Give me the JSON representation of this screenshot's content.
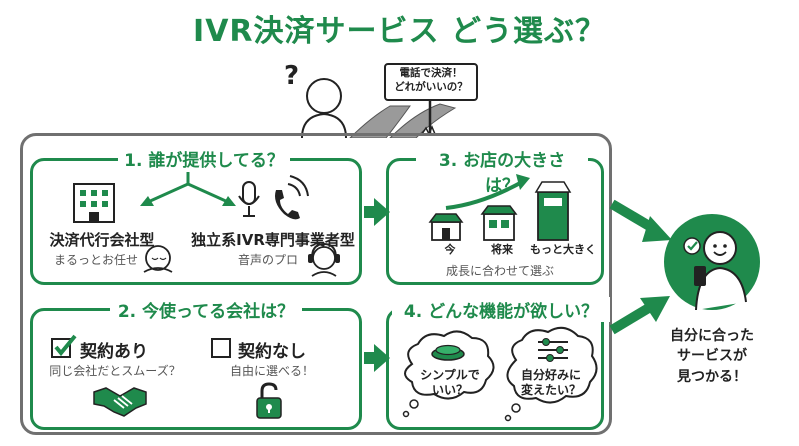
{
  "title": "IVR決済サービス どう選ぶ？",
  "sign": {
    "line1": "電話で決済！",
    "line2": "どれがいいの？"
  },
  "sections": {
    "provider": {
      "title": "1. 誰が提供してる？",
      "left_label": "決済代行会社型",
      "left_sub": "まるっとお任せ",
      "right_label": "独立系IVR専門事業者型",
      "right_sub": "音声のプロ"
    },
    "size": {
      "title": "3. お店の大きさは？",
      "stages": [
        "今",
        "将来",
        "もっと大きく"
      ],
      "caption": "成長に合わせて選ぶ"
    },
    "contract": {
      "title": "2. 今使ってる会社は？",
      "with_label": "契約あり",
      "with_sub": "同じ会社だとスムーズ？",
      "without_label": "契約なし",
      "without_sub": "自由に選べる！"
    },
    "features": {
      "title": "4. どんな機能が欲しい？",
      "bubble_simple_l1": "シンプルで",
      "bubble_simple_l2": "いい？",
      "bubble_custom_l1": "自分好みに",
      "bubble_custom_l2": "変えたい？"
    }
  },
  "result": {
    "line1": "自分に合った",
    "line2": "サービスが",
    "line3": "見つかる！"
  },
  "colors": {
    "accent": "#1f8a4c",
    "frame": "#707070",
    "ink": "#222222"
  }
}
